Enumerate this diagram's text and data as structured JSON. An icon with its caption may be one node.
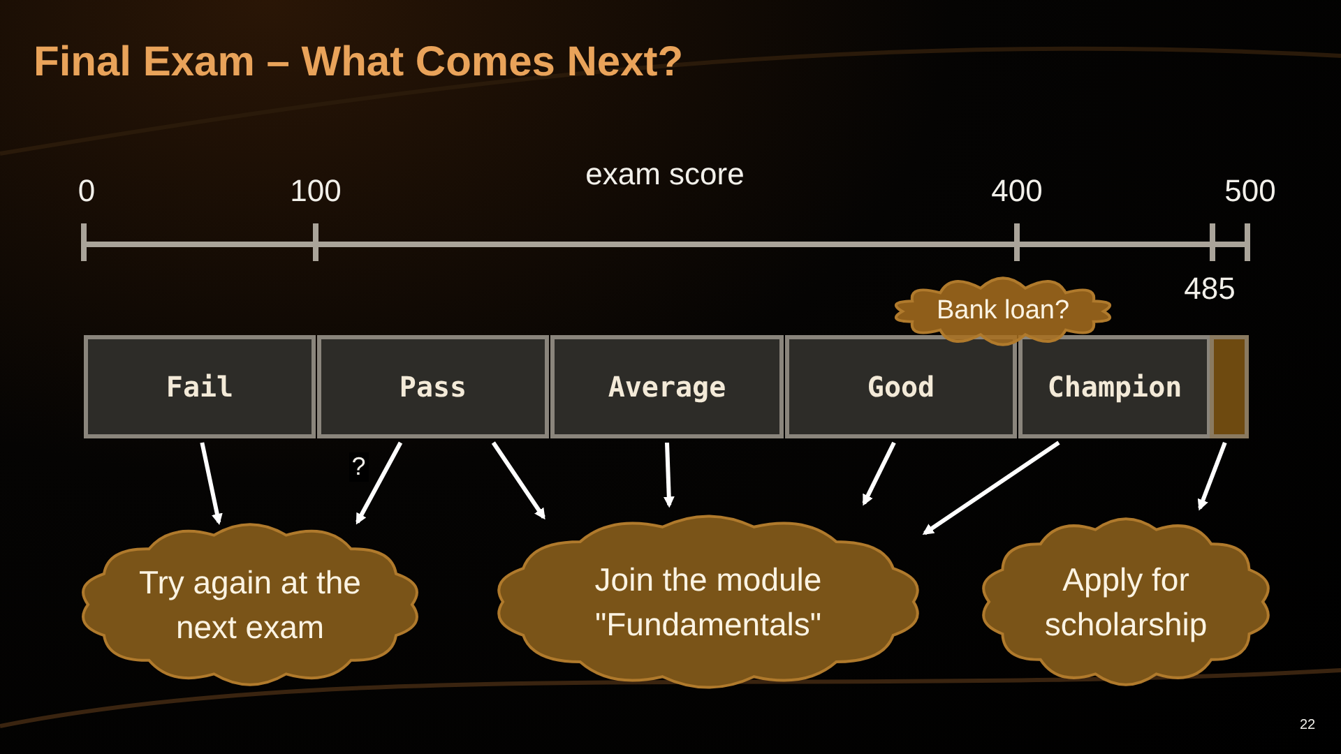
{
  "diagram": {
    "title": "Final Exam – What Comes Next?",
    "nodes": [
      {
        "text": [
          "Fail"
        ]
      },
      {
        "text": [
          "Pass"
        ]
      },
      {
        "text": [
          "Average"
        ]
      },
      {
        "text": [
          "Good"
        ]
      },
      {
        "text": [
          "Champion"
        ]
      },
      {
        "text": [],
        "shape": "box"
      },
      {
        "text": [
          "Bank loan?"
        ]
      },
      {
        "text": [
          "Try again at the next exam"
        ]
      },
      {
        "text": [
          "Join the module \"Fundamentals\""
        ]
      },
      {
        "text": [
          "Apply for scholarship"
        ]
      }
    ],
    "edges": [
      {
        "from": 0,
        "to": 7,
        "arrow": "to"
      },
      {
        "from": 1,
        "to": 7,
        "arrow": "to",
        "label": "?"
      },
      {
        "from": 1,
        "to": 8,
        "arrow": "to"
      },
      {
        "from": 2,
        "to": 8,
        "arrow": "to"
      },
      {
        "from": 3,
        "to": 8,
        "arrow": "to"
      },
      {
        "from": 4,
        "to": 8,
        "arrow": "to"
      },
      {
        "from": 5,
        "to": 9,
        "arrow": "to"
      }
    ],
    "labels": [
      "0",
      "100",
      "exam score",
      "400",
      "500",
      "485",
      "22"
    ]
  }
}
